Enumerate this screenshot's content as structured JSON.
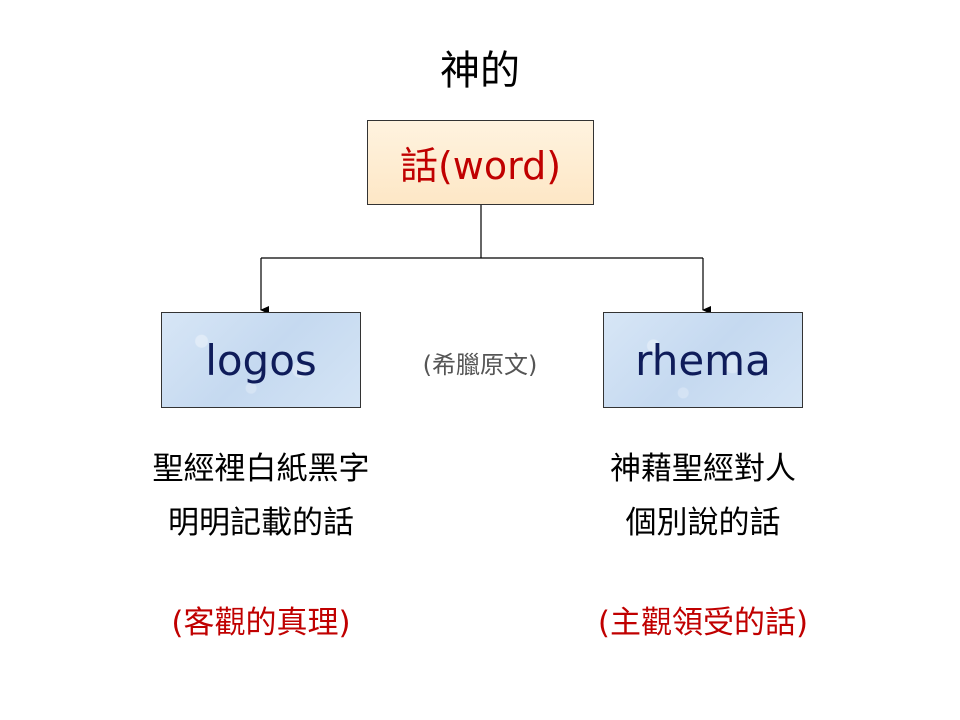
{
  "title": "神的",
  "root": {
    "label": "話(word)"
  },
  "middle_note": "(希臘原文)",
  "left": {
    "label": "logos",
    "desc_line1": "聖經裡白紙黑字",
    "desc_line2": "明明記載的話",
    "note": "(客觀的真理)"
  },
  "right": {
    "label": "rhema",
    "desc_line1": "神藉聖經對人",
    "desc_line2": "個別說的話",
    "note": "(主觀領受的話)"
  },
  "colors": {
    "accent_red": "#c00000",
    "label_navy": "#0f1c5a",
    "root_fill": "#fde7c6",
    "child_fill": "#c5d9f0"
  }
}
